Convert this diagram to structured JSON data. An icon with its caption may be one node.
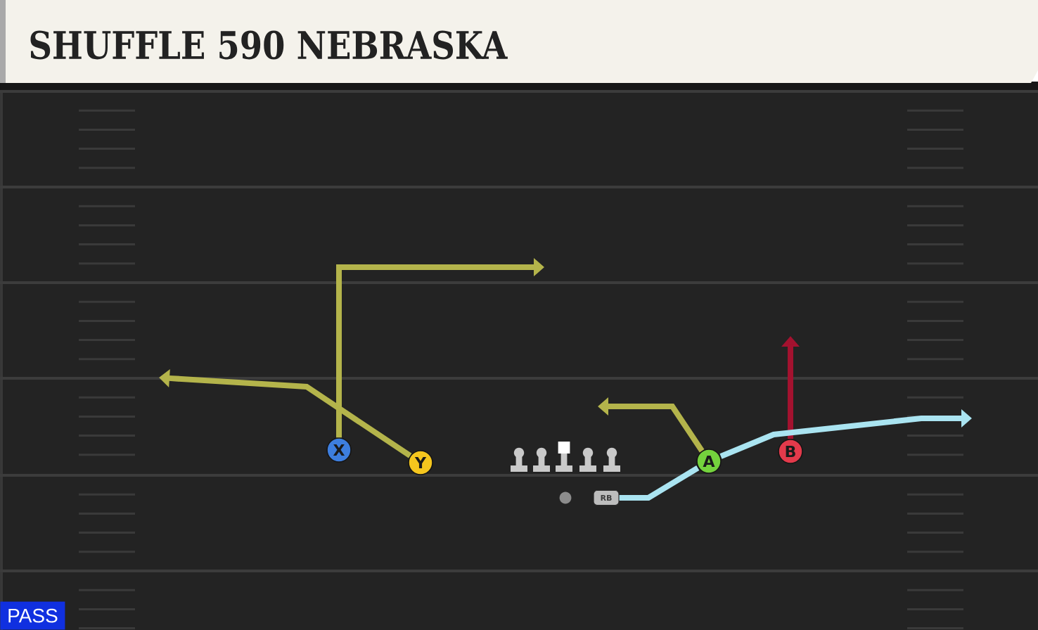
{
  "diagram": {
    "title": "SHUFFLE 590 NEBRASKA",
    "nodes": [
      {
        "text": [
          "X"
        ]
      },
      {
        "text": [
          "Y"
        ]
      },
      {
        "text": [
          "A"
        ]
      },
      {
        "text": [
          "B"
        ]
      },
      {
        "text": [
          "RB"
        ]
      },
      {
        "text": [
          "PASS"
        ]
      }
    ],
    "edges": [
      {
        "from": 0,
        "to": null,
        "arrow": "to"
      },
      {
        "from": 1,
        "to": null,
        "arrow": "to"
      },
      {
        "from": 2,
        "to": null,
        "arrow": "to"
      },
      {
        "from": 3,
        "to": null,
        "arrow": "to",
        "color": "#a3122f"
      },
      {
        "from": 4,
        "to": null,
        "arrow": "to",
        "color": "#aae4f1"
      }
    ]
  }
}
